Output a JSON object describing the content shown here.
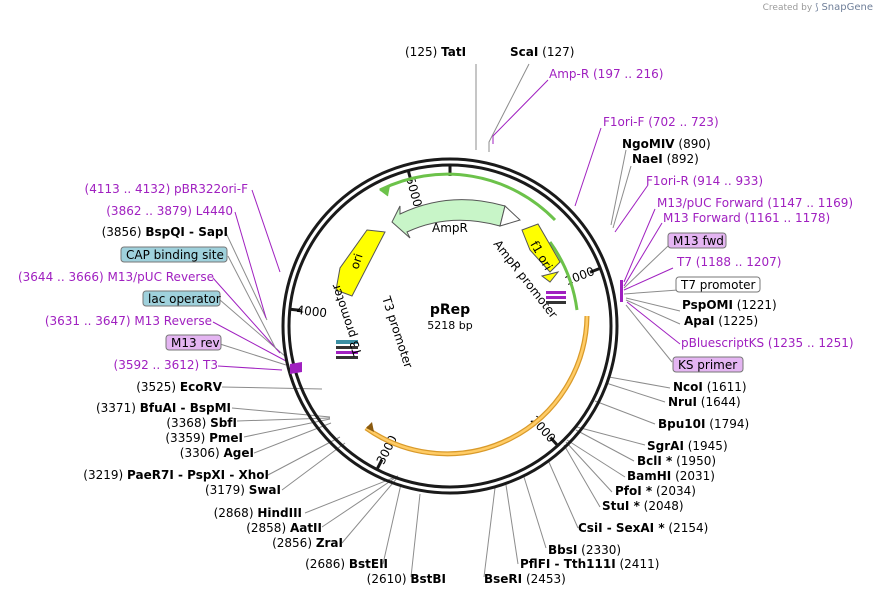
{
  "watermark": {
    "prefix": "Created by",
    "brand": "SnapGene"
  },
  "plasmid": {
    "name": "pRep",
    "size": "5218 bp",
    "length": 5218
  },
  "ticks": [
    {
      "pos": 1000,
      "label": "1000"
    },
    {
      "pos": 2000,
      "label": "2000"
    },
    {
      "pos": 3000,
      "label": "3000"
    },
    {
      "pos": 4000,
      "label": "4000"
    },
    {
      "pos": 5000,
      "label": "5000"
    }
  ],
  "features": {
    "ampr": "AmpR",
    "ampr_promoter": "AmpR promoter",
    "f1_ori": "f1 ori",
    "ori": "ori",
    "t3_promoter_a": "T3 promoter",
    "t3_promoter_b": "T3 promoter"
  },
  "sites_top": [
    {
      "pos": "(125)",
      "name": "TatI"
    },
    {
      "pos": "(127)",
      "name": "ScaI"
    }
  ],
  "sites_right": [
    {
      "name": "NgoMIV",
      "pos": "(890)"
    },
    {
      "name": "NaeI",
      "pos": "(892)"
    },
    {
      "name": "PspOMI",
      "pos": "(1221)"
    },
    {
      "name": "ApaI",
      "pos": "(1225)"
    },
    {
      "name": "NcoI",
      "pos": "(1611)"
    },
    {
      "name": "NruI",
      "pos": "(1644)"
    },
    {
      "name": "Bpu10I",
      "pos": "(1794)"
    },
    {
      "name": "SgrAI",
      "pos": "(1945)"
    },
    {
      "name": "BclI *",
      "pos": "(1950)"
    },
    {
      "name": "BamHI",
      "pos": "(2031)"
    },
    {
      "name": "PfoI *",
      "pos": "(2034)"
    },
    {
      "name": "StuI *",
      "pos": "(2048)"
    },
    {
      "name": "CsiI  -  SexAI *",
      "pos": "(2154)"
    },
    {
      "name": "BbsI",
      "pos": "(2330)"
    },
    {
      "name": "PflFI  -  Tth111I",
      "pos": "(2411)"
    },
    {
      "name": "BseRI",
      "pos": "(2453)"
    }
  ],
  "sites_left": [
    {
      "pos": "(3856)",
      "name": "BspQI  -  SapI"
    },
    {
      "pos": "(3525)",
      "name": "EcoRV"
    },
    {
      "pos": "(3371)",
      "name": "BfuAI  -  BspMI"
    },
    {
      "pos": "(3368)",
      "name": "SbfI"
    },
    {
      "pos": "(3359)",
      "name": "PmeI"
    },
    {
      "pos": "(3306)",
      "name": "AgeI"
    },
    {
      "pos": "(3219)",
      "name": "PaeR7I  -  PspXI  -  XhoI"
    },
    {
      "pos": "(3179)",
      "name": "SwaI"
    },
    {
      "pos": "(2868)",
      "name": "HindIII"
    },
    {
      "pos": "(2858)",
      "name": "AatII"
    },
    {
      "pos": "(2856)",
      "name": "ZraI"
    },
    {
      "pos": "(2686)",
      "name": "BstEII"
    },
    {
      "pos": "(2610)",
      "name": "BstBI"
    }
  ],
  "primers_right": [
    {
      "name": "Amp-R",
      "range": "(197 .. 216)"
    },
    {
      "name": "F1ori-F",
      "range": "(702 .. 723)"
    },
    {
      "name": "F1ori-R",
      "range": "(914 .. 933)"
    },
    {
      "name": "M13/pUC Forward",
      "range": "(1147 .. 1169)"
    },
    {
      "name": "M13 Forward",
      "range": "(1161 .. 1178)"
    },
    {
      "name": "T7",
      "range": "(1188 .. 1207)"
    },
    {
      "name": "pBluescriptKS",
      "range": "(1235 .. 1251)"
    }
  ],
  "primers_left": [
    {
      "range": "(4113 .. 4132)",
      "name": "pBR322ori-F"
    },
    {
      "range": "(3862 .. 3879)",
      "name": "L4440"
    },
    {
      "range": "(3644 .. 3666)",
      "name": "M13/pUC Reverse"
    },
    {
      "range": "(3631 .. 3647)",
      "name": "M13 Reverse"
    },
    {
      "range": "(3592 .. 3612)",
      "name": "T3"
    }
  ],
  "boxed_right": [
    {
      "label": "M13 fwd",
      "color": "#e4b5f2"
    },
    {
      "label": "T7 promoter",
      "color": "#ffffff"
    },
    {
      "label": "KS primer",
      "color": "#e4b5f2"
    }
  ],
  "boxed_left": [
    {
      "label": "CAP binding site",
      "color": "#9fd1dc"
    },
    {
      "label": "lac operator",
      "color": "#9fd1dc"
    },
    {
      "label": "M13 rev",
      "color": "#e4b5f2"
    }
  ],
  "colors": {
    "backbone": "#1a1a1a",
    "ampr": "#c8f5c8",
    "f1_ori": "#ffff00",
    "ori": "#ffff00",
    "orf_arc": "#ffa500",
    "feature_text": "#a020c0",
    "lead_line": "#8c8c8c"
  }
}
